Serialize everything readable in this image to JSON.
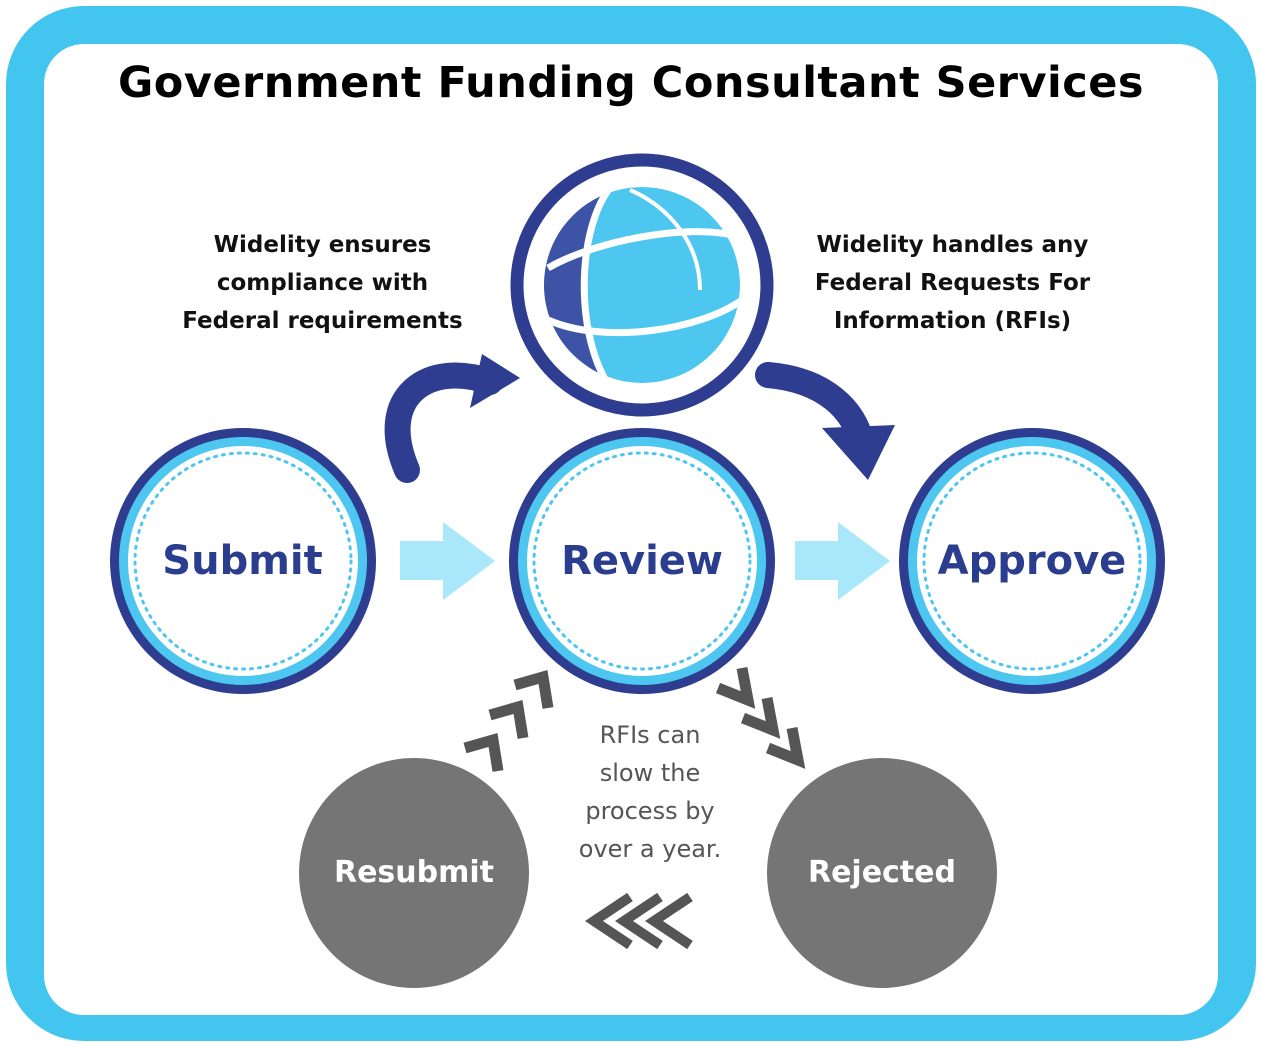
{
  "title": "Government Funding Consultant Services",
  "notes": {
    "left": [
      "Widelity ensures",
      "compliance with",
      "Federal requirements"
    ],
    "right": [
      "Widelity handles any",
      "Federal Requests For",
      "Information (RFIs)"
    ],
    "center": [
      "RFIs can",
      "slow the",
      "process by",
      "over a year."
    ]
  },
  "nodes": {
    "submit": "Submit",
    "review": "Review",
    "approve": "Approve",
    "resubmit": "Resubmit",
    "rejected": "Rejected"
  },
  "icons": {
    "center_logo": "globe-icon"
  },
  "colors": {
    "frame": "#42c5ef",
    "navy": "#2e3d8f",
    "light_blue": "#4dc6f0",
    "pale_arrow": "#a9e8fb",
    "gray_node": "#757575",
    "chevron": "#555555"
  }
}
